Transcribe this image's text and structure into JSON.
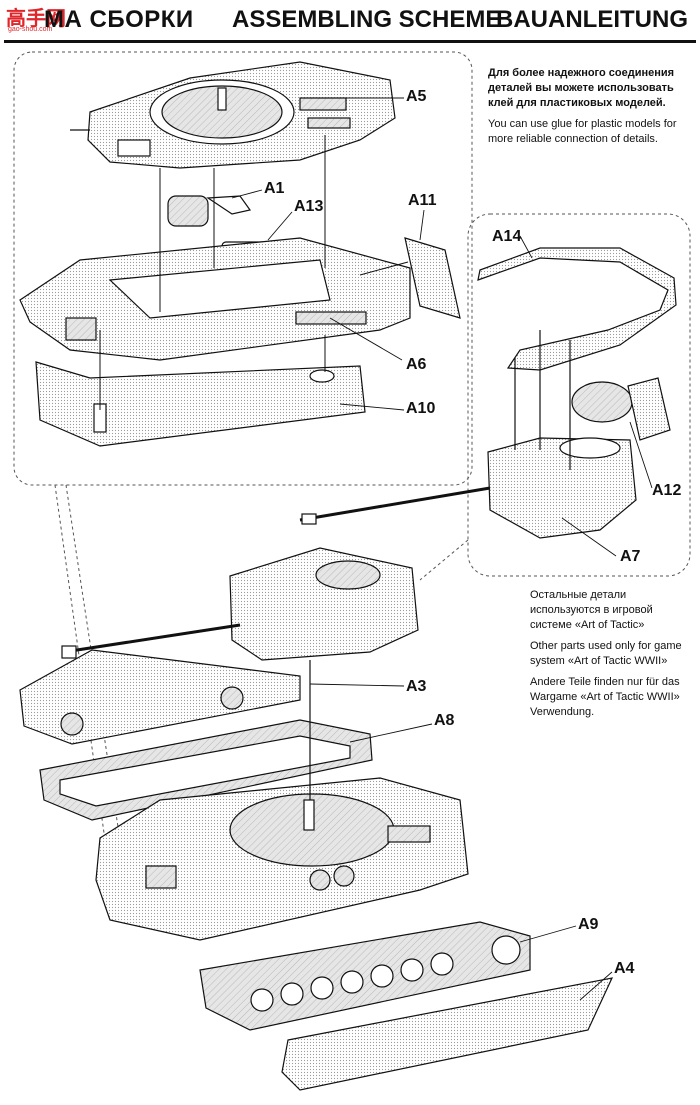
{
  "header": {
    "title_ru": "МА СБОРКИ",
    "title_en": "ASSEMBLING SCHEME",
    "title_de": "BAUANLEITUNG"
  },
  "logo": {
    "text": "高手网",
    "url": "gao-shou.com"
  },
  "glue_note": {
    "ru": "Для более надежного соединения деталей вы можете использовать клей для пластиковых моделей.",
    "en": "You can use glue for plastic models for more reliable connection of details."
  },
  "other_parts_note": {
    "ru": "Остальные детали используются в игровой системе «Art of Tactic»",
    "en": "Other parts used only for game system «Art of Tactic WWII»",
    "de": "Andere Teile finden nur für das Wargame «Art of Tactic WWII» Verwendung."
  },
  "part_labels": {
    "a5": "A5",
    "a1": "A1",
    "a13": "A13",
    "a11": "A11",
    "a6": "A6",
    "a10": "A10",
    "a14": "A14",
    "a12": "A12",
    "a7": "A7",
    "a3": "A3",
    "a8": "A8",
    "a9": "A9",
    "a4": "A4"
  }
}
